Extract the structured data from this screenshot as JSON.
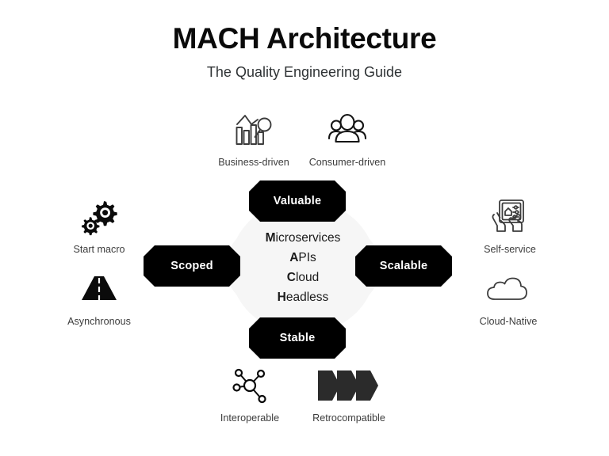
{
  "header": {
    "title": "MACH Architecture",
    "subtitle": "The Quality Engineering Guide"
  },
  "center": {
    "acronym": [
      {
        "initial": "M",
        "rest": "icroservices"
      },
      {
        "initial": "A",
        "rest": "PIs"
      },
      {
        "initial": "C",
        "rest": "loud"
      },
      {
        "initial": "H",
        "rest": "eadless"
      }
    ]
  },
  "badges": {
    "top": "Valuable",
    "left": "Scoped",
    "right": "Scalable",
    "bottom": "Stable"
  },
  "satellites": [
    {
      "id": "business",
      "label": "Business-driven",
      "icon": "bar-chart-magnifier-icon"
    },
    {
      "id": "consumer",
      "label": "Consumer-driven",
      "icon": "people-group-icon"
    },
    {
      "id": "startmacro",
      "label": "Start macro",
      "icon": "gears-icon"
    },
    {
      "id": "async",
      "label": "Asynchronous",
      "icon": "road-icon"
    },
    {
      "id": "selfservice",
      "label": "Self-service",
      "icon": "hands-tablet-icon"
    },
    {
      "id": "cloudnative",
      "label": "Cloud-Native",
      "icon": "cloud-icon"
    },
    {
      "id": "interoperable",
      "label": "Interoperable",
      "icon": "network-hub-icon"
    },
    {
      "id": "retrocompatible",
      "label": "Retrocompatible",
      "icon": "chevrons-icon"
    }
  ],
  "colors": {
    "background": "#ffffff",
    "badge_fill": "#000000",
    "badge_text": "#ffffff",
    "circle_fill": "#f6f6f6",
    "title_text": "#0a0a0a",
    "caption_text": "#3c3c3c",
    "icon_outline": "#3c3c3c",
    "icon_solid": "#2b2b2b"
  }
}
